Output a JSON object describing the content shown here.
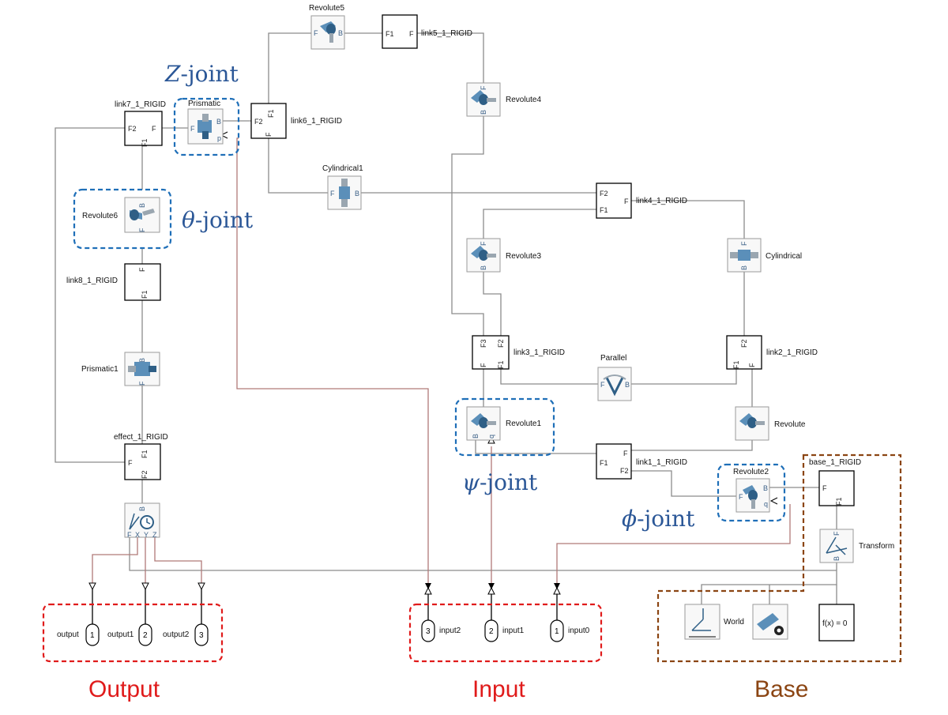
{
  "annotations": {
    "z_joint": {
      "symbol": "Z",
      "suffix": "-joint"
    },
    "theta_joint": {
      "symbol": "θ",
      "suffix": "-joint"
    },
    "psi_joint": {
      "symbol": "ψ",
      "suffix": "-joint"
    },
    "phi_joint": {
      "symbol": "ϕ",
      "suffix": "-joint"
    }
  },
  "groups": {
    "output": "Output",
    "input": "Input",
    "base": "Base"
  },
  "blocks": {
    "revolute5": "Revolute5",
    "link5": "link5_1_RIGID",
    "revolute4": "Revolute4",
    "link7": "link7_1_RIGID",
    "prismatic": "Prismatic",
    "link6": "link6_1_RIGID",
    "cylindrical1": "Cylindrical1",
    "link4": "link4_1_RIGID",
    "revolute6": "Revolute6",
    "revolute3": "Revolute3",
    "cylindrical": "Cylindrical",
    "link8": "link8_1_RIGID",
    "link3": "link3_1_RIGID",
    "parallel": "Parallel",
    "link2": "link2_1_RIGID",
    "prismatic1": "Prismatic1",
    "revolute1": "Revolute1",
    "revolute": "Revolute",
    "effect": "effect_1_RIGID",
    "link1": "link1_1_RIGID",
    "revolute2": "Revolute2",
    "base": "base_1_RIGID",
    "transform": "Transform",
    "world": "World",
    "fx": "f(x) = 0"
  },
  "ports": {
    "output": {
      "label": "output",
      "num": "1"
    },
    "output1": {
      "label": "output1",
      "num": "2"
    },
    "output2": {
      "label": "output2",
      "num": "3"
    },
    "input2": {
      "label": "input2",
      "num": "3"
    },
    "input1": {
      "label": "input1",
      "num": "2"
    },
    "input0": {
      "label": "input0",
      "num": "1"
    }
  },
  "port_labels": {
    "F": "F",
    "B": "B",
    "F1": "F1",
    "F2": "F2",
    "F3": "F3",
    "q": "q",
    "p": "p",
    "X": "X",
    "Y": "Y",
    "Z": "Z"
  }
}
